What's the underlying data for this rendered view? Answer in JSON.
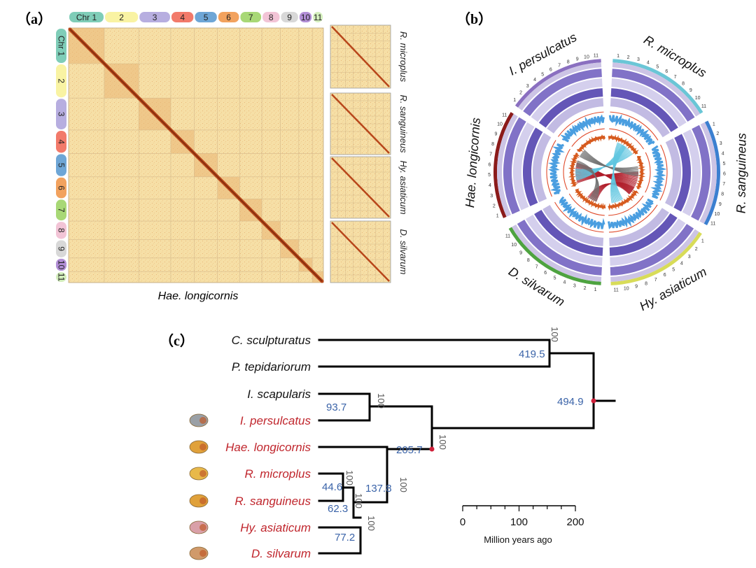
{
  "panel_a": {
    "label": "（a）",
    "chromosomes": [
      "Chr 1",
      "2",
      "3",
      "4",
      "5",
      "6",
      "7",
      "8",
      "9",
      "10",
      "11"
    ],
    "chrom_colors": [
      "#7fcdb8",
      "#f9f3a3",
      "#b7aee0",
      "#f27a6a",
      "#6ea6d6",
      "#f2a25e",
      "#a8d876",
      "#f2c4d6",
      "#d8d8d8",
      "#b28ed6",
      "#d3eebc"
    ],
    "side_labels": [
      "R. microplus",
      "R. sanguineus",
      "Hy. asiaticum",
      "D. silvarum"
    ],
    "x_label": "Hae. longicornis",
    "heatmap_color": "#f6dfa6",
    "diagonal_color": "#b8461a"
  },
  "panel_b": {
    "label": "（b）",
    "species": [
      "I. persulcatus",
      "R. microplus",
      "R. sanguineus",
      "Hy. asiaticum",
      "D. silvarum",
      "Hae. longicornis"
    ],
    "species_colors": [
      "#8a6fc0",
      "#6ac6d6",
      "#3b7fd0",
      "#d8dc58",
      "#4ea340",
      "#8b1a1a"
    ],
    "chrom_ticks": [
      "1",
      "2",
      "3",
      "4",
      "5",
      "6",
      "7",
      "8",
      "9",
      "10",
      "11"
    ],
    "link_colors": [
      "#b01e2a",
      "#5fc6e0",
      "#707070"
    ]
  },
  "panel_c": {
    "label": "（c）",
    "taxa": [
      "C. sculpturatus",
      "P. tepidariorum",
      "I. scapularis",
      "I. persulcatus",
      "Hae. longicornis",
      "R. microplus",
      "R. sanguineus",
      "Hy. asiaticum",
      "D. silvarum"
    ],
    "taxa_highlight": [
      false,
      false,
      false,
      true,
      true,
      true,
      true,
      true,
      true
    ],
    "node_ages": [
      "419.5",
      "494.9",
      "93.7",
      "205.7",
      "137.8",
      "44.6",
      "62.3",
      "77.2"
    ],
    "bootstrap": [
      "100",
      "100",
      "100",
      "100",
      "100",
      "100",
      "100",
      "100"
    ],
    "scale_ticks": [
      "0",
      "100",
      "200"
    ],
    "scale_label": "Million years ago",
    "highlight_color": "#c0262d",
    "age_color": "#3a63a8"
  }
}
